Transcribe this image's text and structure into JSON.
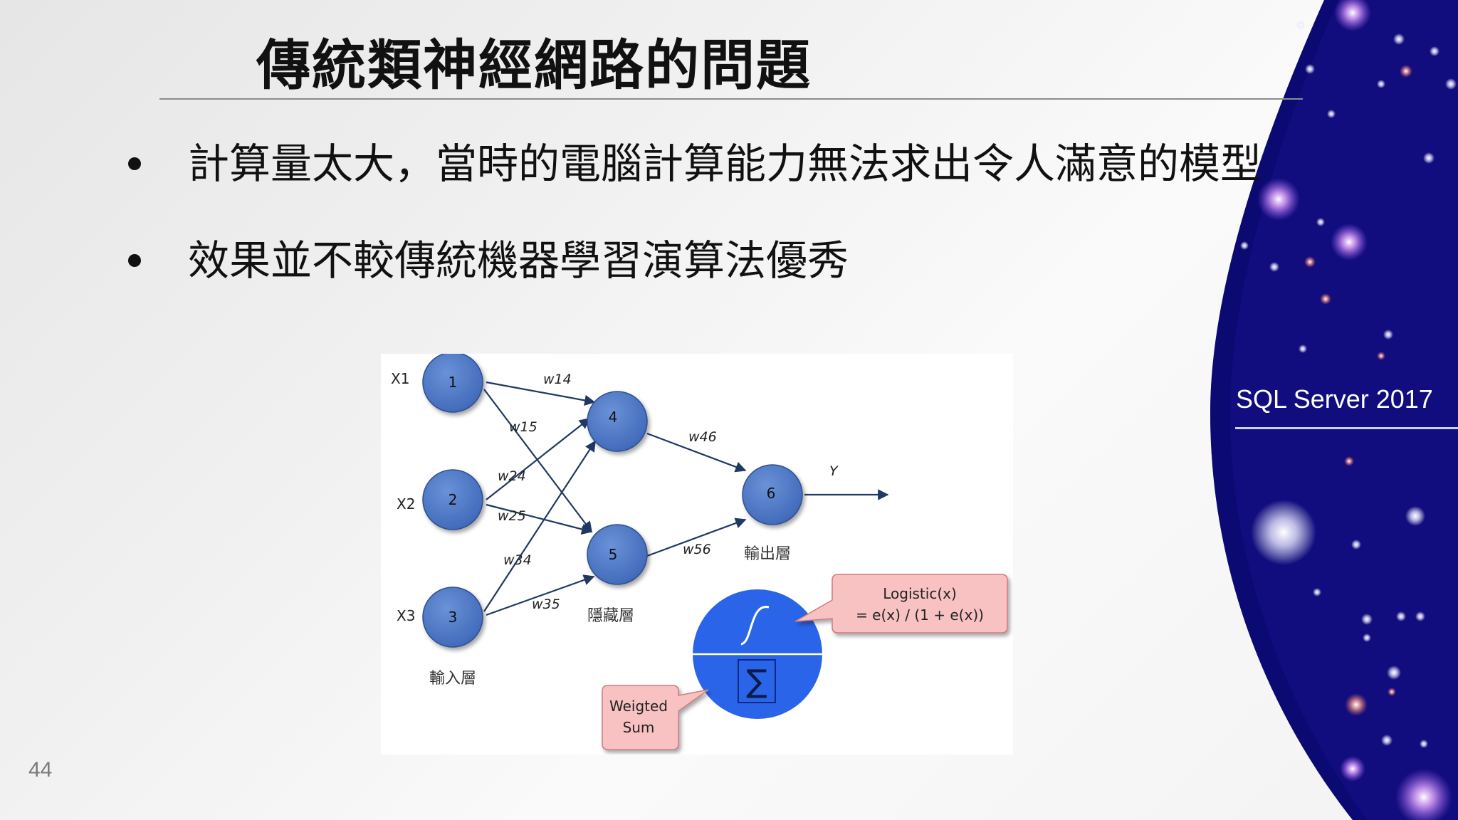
{
  "slide": {
    "title": "傳統類神經網路的問題",
    "bullets": [
      "計算量太大，當時的電腦計算能力無法求出令人滿意的模型",
      "效果並不較傳統機器學習演算法優秀"
    ],
    "page_number": "44",
    "brand": "SQL Server 2017"
  },
  "diagram": {
    "nodes": {
      "n1": "1",
      "n2": "2",
      "n3": "3",
      "n4": "4",
      "n5": "5",
      "n6": "6"
    },
    "inputs": {
      "x1": "X1",
      "x2": "X2",
      "x3": "X3"
    },
    "weights": {
      "w14": "w14",
      "w15": "w15",
      "w24": "w24",
      "w25": "w25",
      "w34": "w34",
      "w35": "w35",
      "w46": "w46",
      "w56": "w56"
    },
    "output_label": "Y",
    "layers": {
      "input": "輸入層",
      "hidden": "隱藏層",
      "output": "輸出層"
    },
    "callouts": {
      "logistic_line1": "Logistic(x)",
      "logistic_line2": "= e(x) / (1 + e(x))",
      "weighted_line1": "Weigted",
      "weighted_line2": "Sum"
    },
    "sigma": "∑",
    "colors": {
      "node": "#4472c4",
      "neuron": "#2a64e8",
      "callout": "#f8c2c3",
      "arrow": "#1f3864"
    }
  }
}
